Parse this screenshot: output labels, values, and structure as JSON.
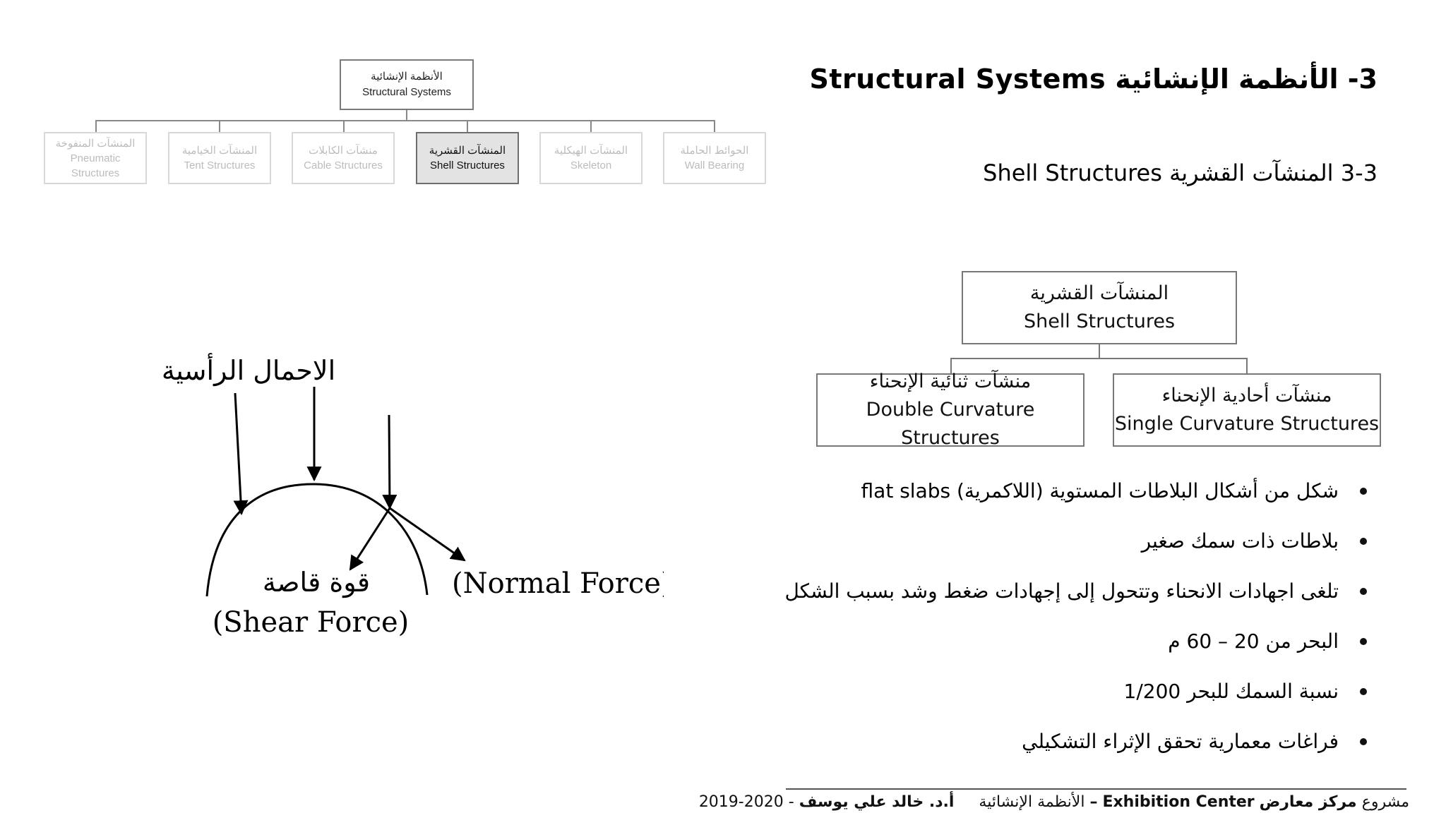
{
  "nav_tree": {
    "root": {
      "ar": "الأنظمة الإنشائية",
      "en": "Structural Systems"
    },
    "items": [
      {
        "ar": "المنشآت المنفوخة",
        "en": "Pneumatic Structures",
        "active": false
      },
      {
        "ar": "المنشآت الخيامية",
        "en": "Tent Structures",
        "active": false
      },
      {
        "ar": "منشآت الكابلات",
        "en": "Cable Structures",
        "active": false
      },
      {
        "ar": "المنشآت القشرية",
        "en": "Shell Structures",
        "active": true
      },
      {
        "ar": "المنشآت الهيكلية",
        "en": "Skeleton",
        "active": false
      },
      {
        "ar": "الحوائط الحاملة",
        "en": "Wall Bearing",
        "active": false
      }
    ]
  },
  "title": "3- الأنظمة الإنشائية Structural Systems",
  "subtitle": "3-3 المنشآت القشرية Shell Structures",
  "diagram": {
    "root": {
      "ar": "المنشآت القشرية",
      "en": "Shell Structures"
    },
    "left": {
      "ar": "منشآت ثنائية الإنحناء",
      "en": "Double Curvature Structures"
    },
    "right": {
      "ar": "منشآت أحادية الإنحناء",
      "en": "Single Curvature Structures"
    }
  },
  "bullets": [
    "شكل من أشكال البلاطات المستوية (اللاكمرية) flat slabs",
    "بلاطات ذات سمك صغير",
    "تلغى اجهادات الانحناء وتتحول إلى إجهادات ضغط وشد بسبب الشكل",
    "البحر من 20 – 60 م",
    "نسبة السمك للبحر 1/200",
    "فراغات معمارية تحقق الإثراء التشكيلي"
  ],
  "force_diagram": {
    "vertical_loads": "الاحمال الرأسية",
    "shear_ar": "قوة قاصة",
    "shear_en": "(Shear Force)",
    "normal_en": "(Normal Force)"
  },
  "footer": {
    "project": "مشروع",
    "center_ar": "مركز معارض",
    "center_en": "Exhibition Center",
    "dash1": "–",
    "systems": "الأنظمة الإنشائية",
    "author": "أ.د. خالد علي يوسف",
    "dash2": "-",
    "year": "2019-2020"
  },
  "colors": {
    "nav_inactive_text": "#bcbcbc",
    "nav_active_fill": "#e3e3e3",
    "box_border": "#777777"
  }
}
